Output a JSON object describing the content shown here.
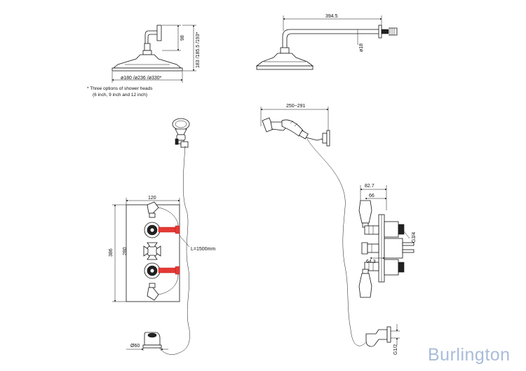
{
  "dimensions": {
    "arm_length": "394.5",
    "arm_diameter": "ø18",
    "bracket_height": "98",
    "head_heights": "183 /185.5 /193*",
    "head_diameters": "ø180 /ø236 /ø330*",
    "handset_reach": "250~291",
    "valve_width": "120",
    "valve_height": "386",
    "valve_inner_height": "280",
    "hose_length": "L=1500mm",
    "outlet_diameter": "Ø60",
    "depth_total": "82.7",
    "depth_plate": "66",
    "depth_min": "64.3",
    "inlet_thread": "G3/4",
    "outlet_thread": "G1/2"
  },
  "note": {
    "line1": "* Three options of shower heads",
    "line2": "(6 inch, 9 inch and 12 inch)"
  },
  "brand": {
    "logo_text": "Burlington",
    "logo_color": "#a9bcd8"
  },
  "colors": {
    "line": "#111111",
    "hot_indicator": "#e53935"
  }
}
